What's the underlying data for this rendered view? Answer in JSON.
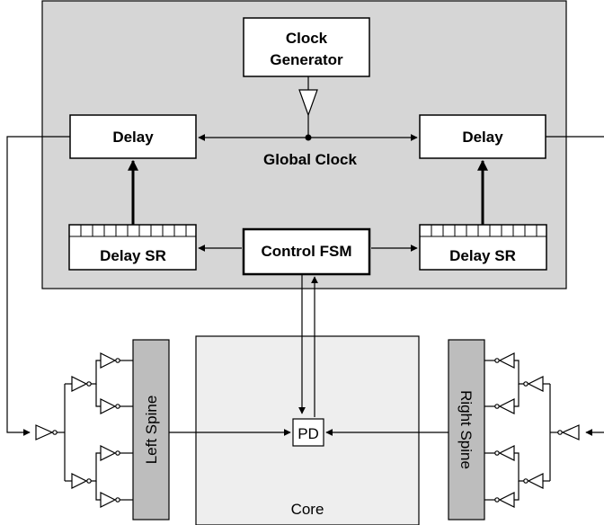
{
  "blocks": {
    "clock_generator": [
      "Clock",
      "Generator"
    ],
    "delay_left": "Delay",
    "delay_right": "Delay",
    "global_clock": "Global Clock",
    "delay_sr_left": "Delay SR",
    "delay_sr_right": "Delay SR",
    "control_fsm": "Control FSM",
    "pd": "PD",
    "left_spine": "Left Spine",
    "right_spine": "Right Spine",
    "core": "Core"
  },
  "colors": {
    "chip_fill": "#d6d6d6",
    "core_fill": "#eeeeee",
    "spine_fill": "#bdbdbd",
    "box_fill": "#ffffff",
    "line": "#000000"
  }
}
